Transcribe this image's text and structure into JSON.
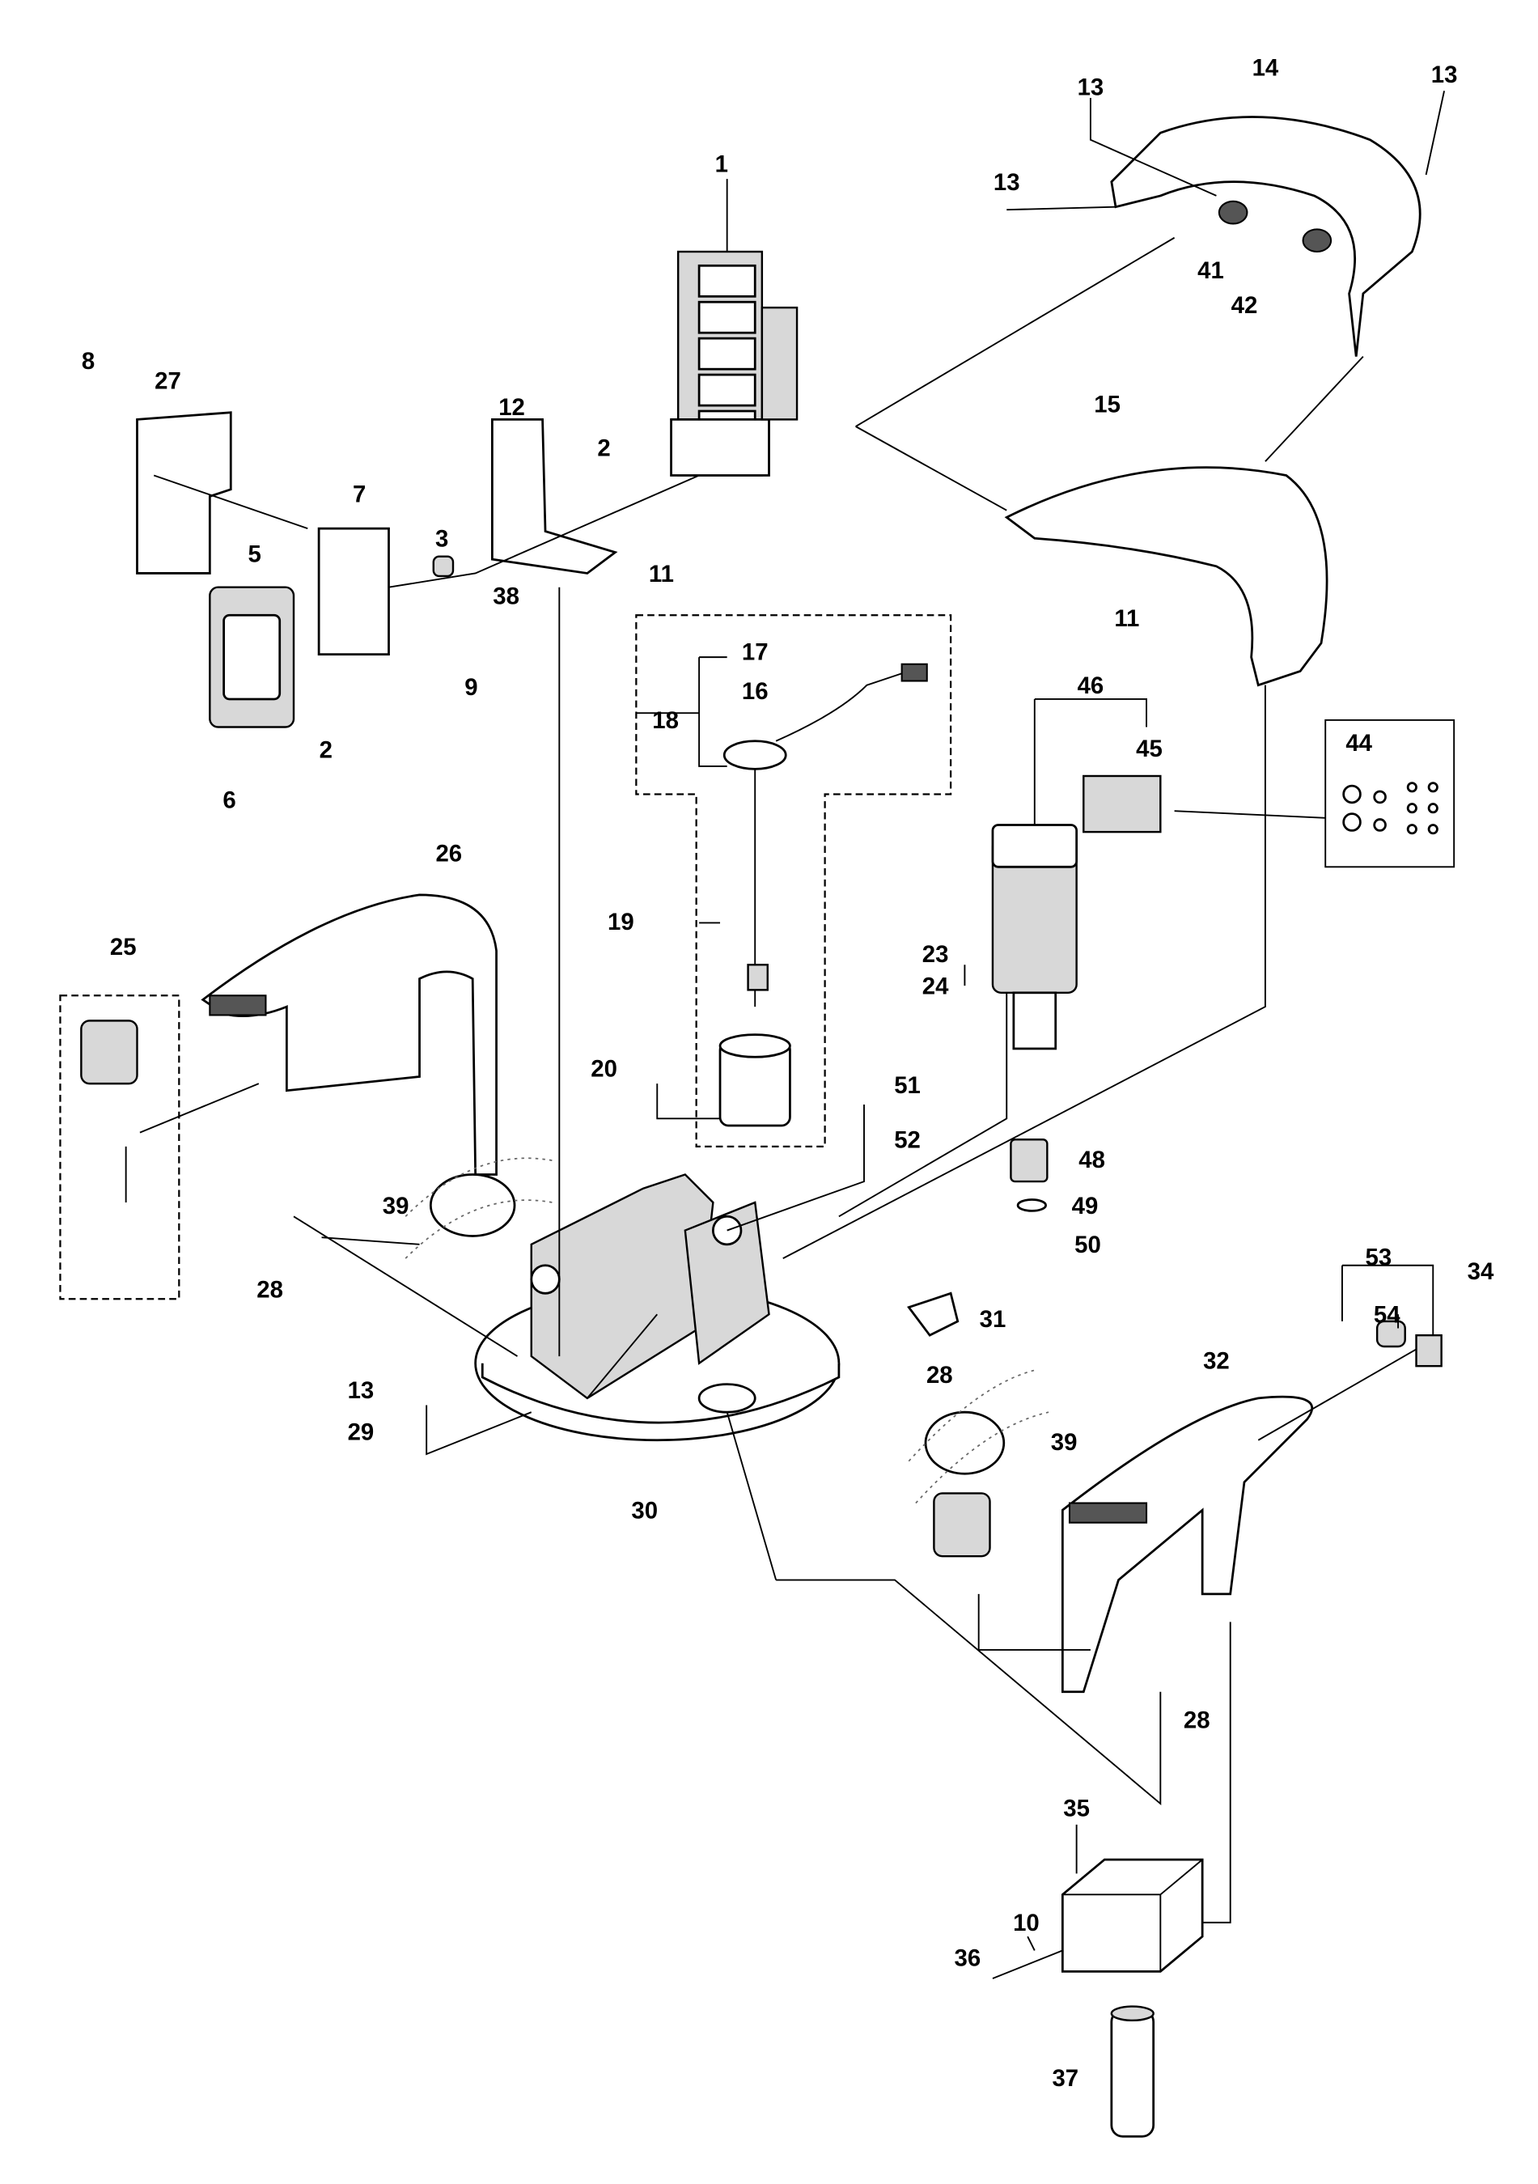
{
  "diagram": {
    "type": "exploded parts diagram",
    "callouts": [
      "1",
      "13",
      "13",
      "13",
      "14",
      "41",
      "42",
      "8",
      "27",
      "12",
      "2",
      "2",
      "7",
      "3",
      "5",
      "11",
      "11",
      "38",
      "9",
      "15",
      "17",
      "16",
      "18",
      "6",
      "46",
      "45",
      "44",
      "26",
      "25",
      "19",
      "23",
      "24",
      "20",
      "51",
      "52",
      "48",
      "49",
      "50",
      "39",
      "39",
      "28",
      "28",
      "28",
      "53",
      "34",
      "54",
      "31",
      "32",
      "13",
      "29",
      "30",
      "35",
      "10",
      "36",
      "37"
    ]
  }
}
